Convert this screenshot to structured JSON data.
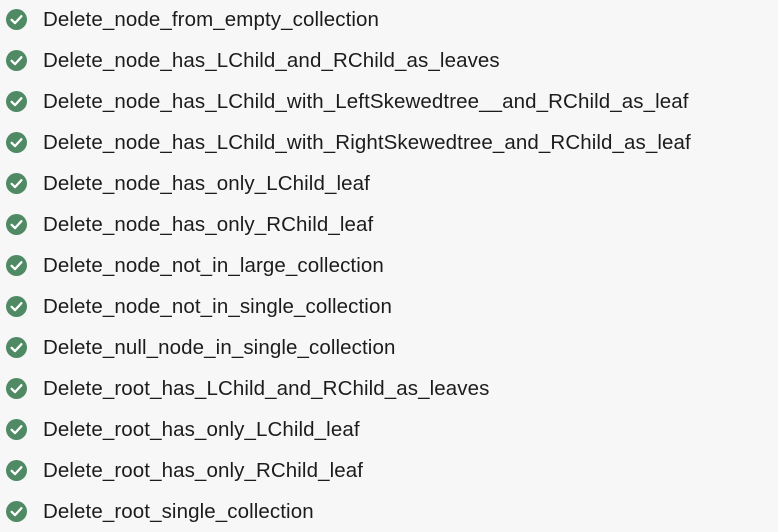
{
  "status_color": "#4f8a65",
  "status_icon": "check-circle-icon",
  "tests": [
    {
      "name": "Delete_node_from_empty_collection",
      "status": "passed"
    },
    {
      "name": "Delete_node_has_LChild_and_RChild_as_leaves",
      "status": "passed"
    },
    {
      "name": "Delete_node_has_LChild_with_LeftSkewedtree__and_RChild_as_leaf",
      "status": "passed"
    },
    {
      "name": "Delete_node_has_LChild_with_RightSkewedtree_and_RChild_as_leaf",
      "status": "passed"
    },
    {
      "name": "Delete_node_has_only_LChild_leaf",
      "status": "passed"
    },
    {
      "name": "Delete_node_has_only_RChild_leaf",
      "status": "passed"
    },
    {
      "name": "Delete_node_not_in_large_collection",
      "status": "passed"
    },
    {
      "name": "Delete_node_not_in_single_collection",
      "status": "passed"
    },
    {
      "name": "Delete_null_node_in_single_collection",
      "status": "passed"
    },
    {
      "name": "Delete_root_has_LChild_and_RChild_as_leaves",
      "status": "passed"
    },
    {
      "name": "Delete_root_has_only_LChild_leaf",
      "status": "passed"
    },
    {
      "name": "Delete_root_has_only_RChild_leaf",
      "status": "passed"
    },
    {
      "name": "Delete_root_single_collection",
      "status": "passed"
    }
  ]
}
